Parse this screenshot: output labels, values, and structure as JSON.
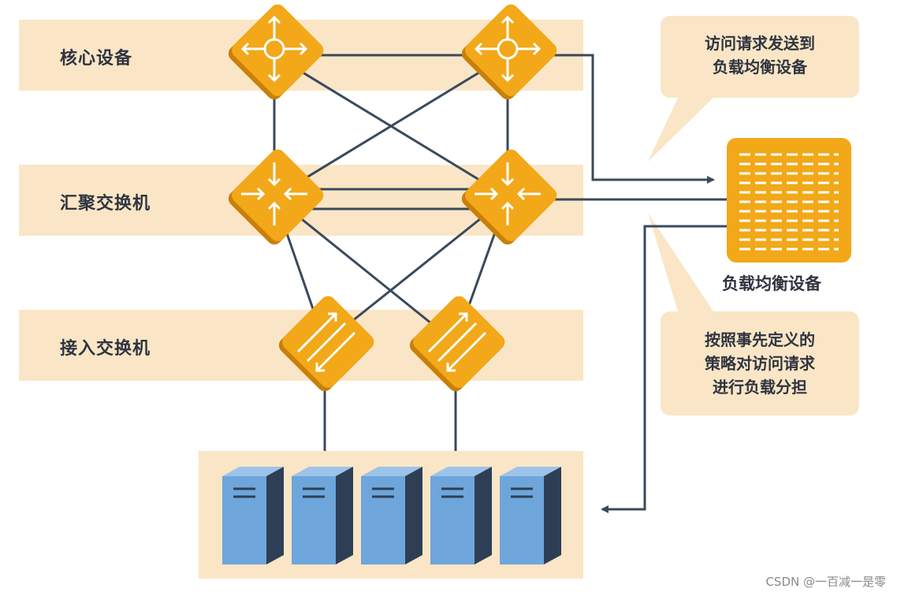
{
  "layers": {
    "core": "核心设备",
    "aggregation": "汇聚交换机",
    "access": "接入交换机"
  },
  "load_balancer": {
    "label": "负载均衡设备"
  },
  "callouts": {
    "request": "访问请求发送到\n负载均衡设备",
    "policy": "按照事先定义的\n策略对访问请求\n进行负载分担"
  },
  "servers": {
    "count": 5
  },
  "watermark": "CSDN @一百减一是零",
  "colors": {
    "band": "#fae6c6",
    "device": "#f2a818",
    "device_dark": "#c97f08",
    "line": "#3a4a5c",
    "server_front": "#6ea6dc",
    "server_side": "#2e3f55",
    "server_top": "#9cc4ea"
  }
}
